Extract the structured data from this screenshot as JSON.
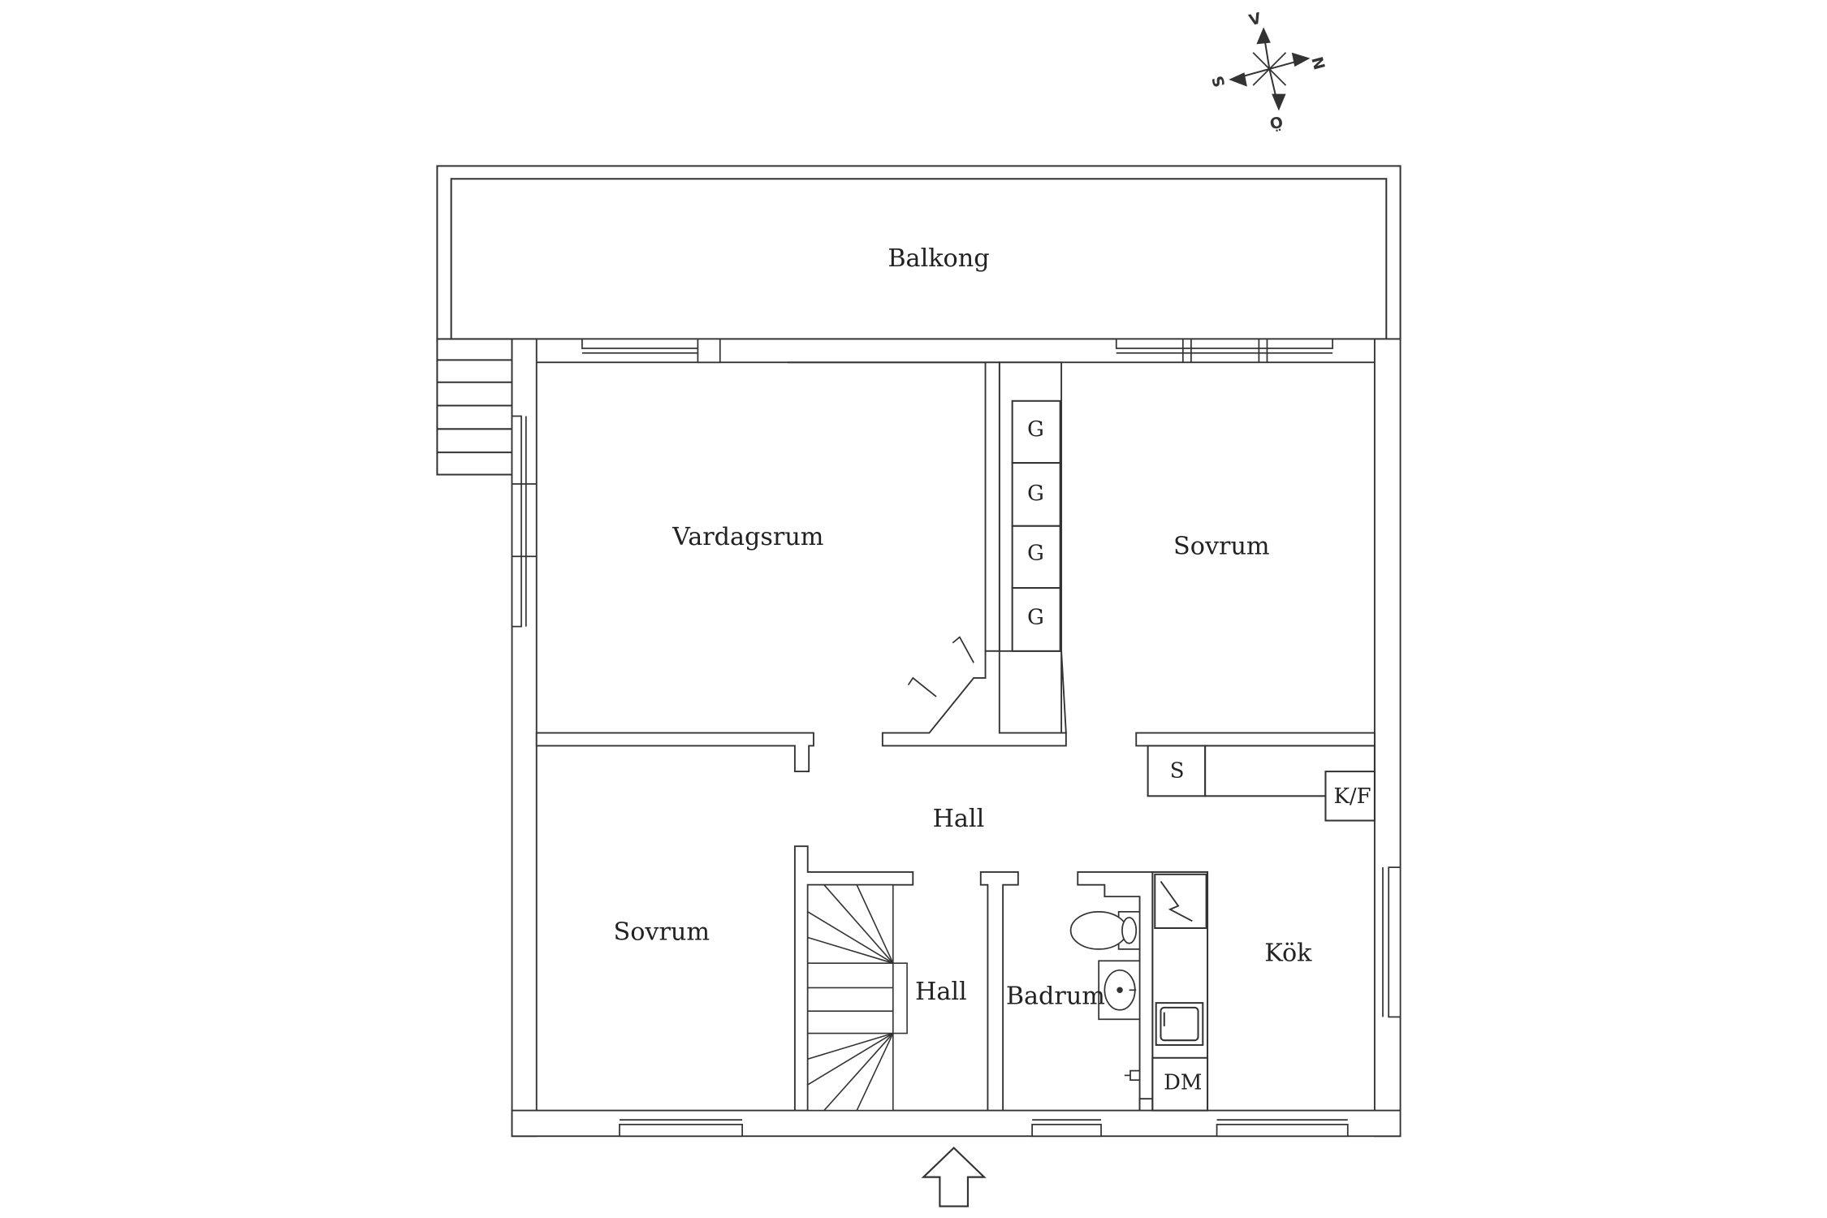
{
  "rooms": {
    "balcony": "Balkong",
    "living_room": "Vardagsrum",
    "bedroom_ne": "Sovrum",
    "bedroom_sw": "Sovrum",
    "hall_main": "Hall",
    "hall_entry": "Hall",
    "bathroom": "Badrum",
    "kitchen": "Kök"
  },
  "fixtures": {
    "wardrobes": [
      "G",
      "G",
      "G",
      "G"
    ],
    "storage": "S",
    "fridge_freezer": "K/F",
    "dishwasher": "DM"
  },
  "compass": {
    "north": "N",
    "south": "S",
    "west": "V",
    "east": "Ö"
  },
  "colors": {
    "line": "#333333",
    "wall": "#ffffff"
  }
}
